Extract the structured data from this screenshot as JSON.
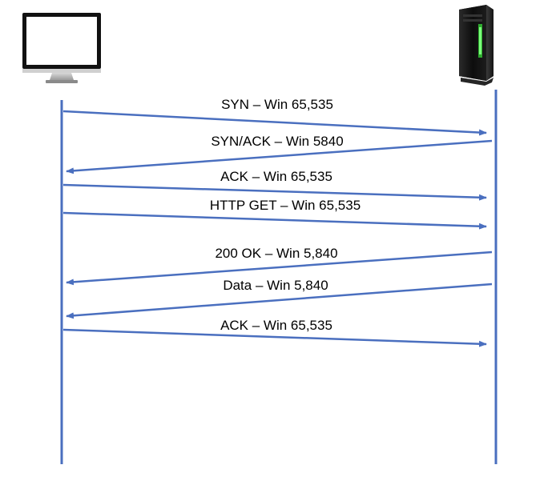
{
  "diagram": {
    "type": "sequence-diagram",
    "line_color": "#4a6fbf",
    "participants": [
      {
        "id": "client",
        "icon": "desktop-monitor-icon"
      },
      {
        "id": "server",
        "icon": "server-tower-icon"
      }
    ],
    "messages": [
      {
        "label": "SYN – Win 65,535",
        "from": "client",
        "to": "server"
      },
      {
        "label": "SYN/ACK – Win 5840",
        "from": "server",
        "to": "client"
      },
      {
        "label": "ACK – Win 65,535",
        "from": "client",
        "to": "server"
      },
      {
        "label": "HTTP GET – Win 65,535",
        "from": "client",
        "to": "server"
      },
      {
        "label": "200 OK – Win 5,840",
        "from": "server",
        "to": "client"
      },
      {
        "label": "Data – Win 5,840",
        "from": "server",
        "to": "client"
      },
      {
        "label": "ACK – Win 65,535",
        "from": "client",
        "to": "server"
      }
    ]
  }
}
